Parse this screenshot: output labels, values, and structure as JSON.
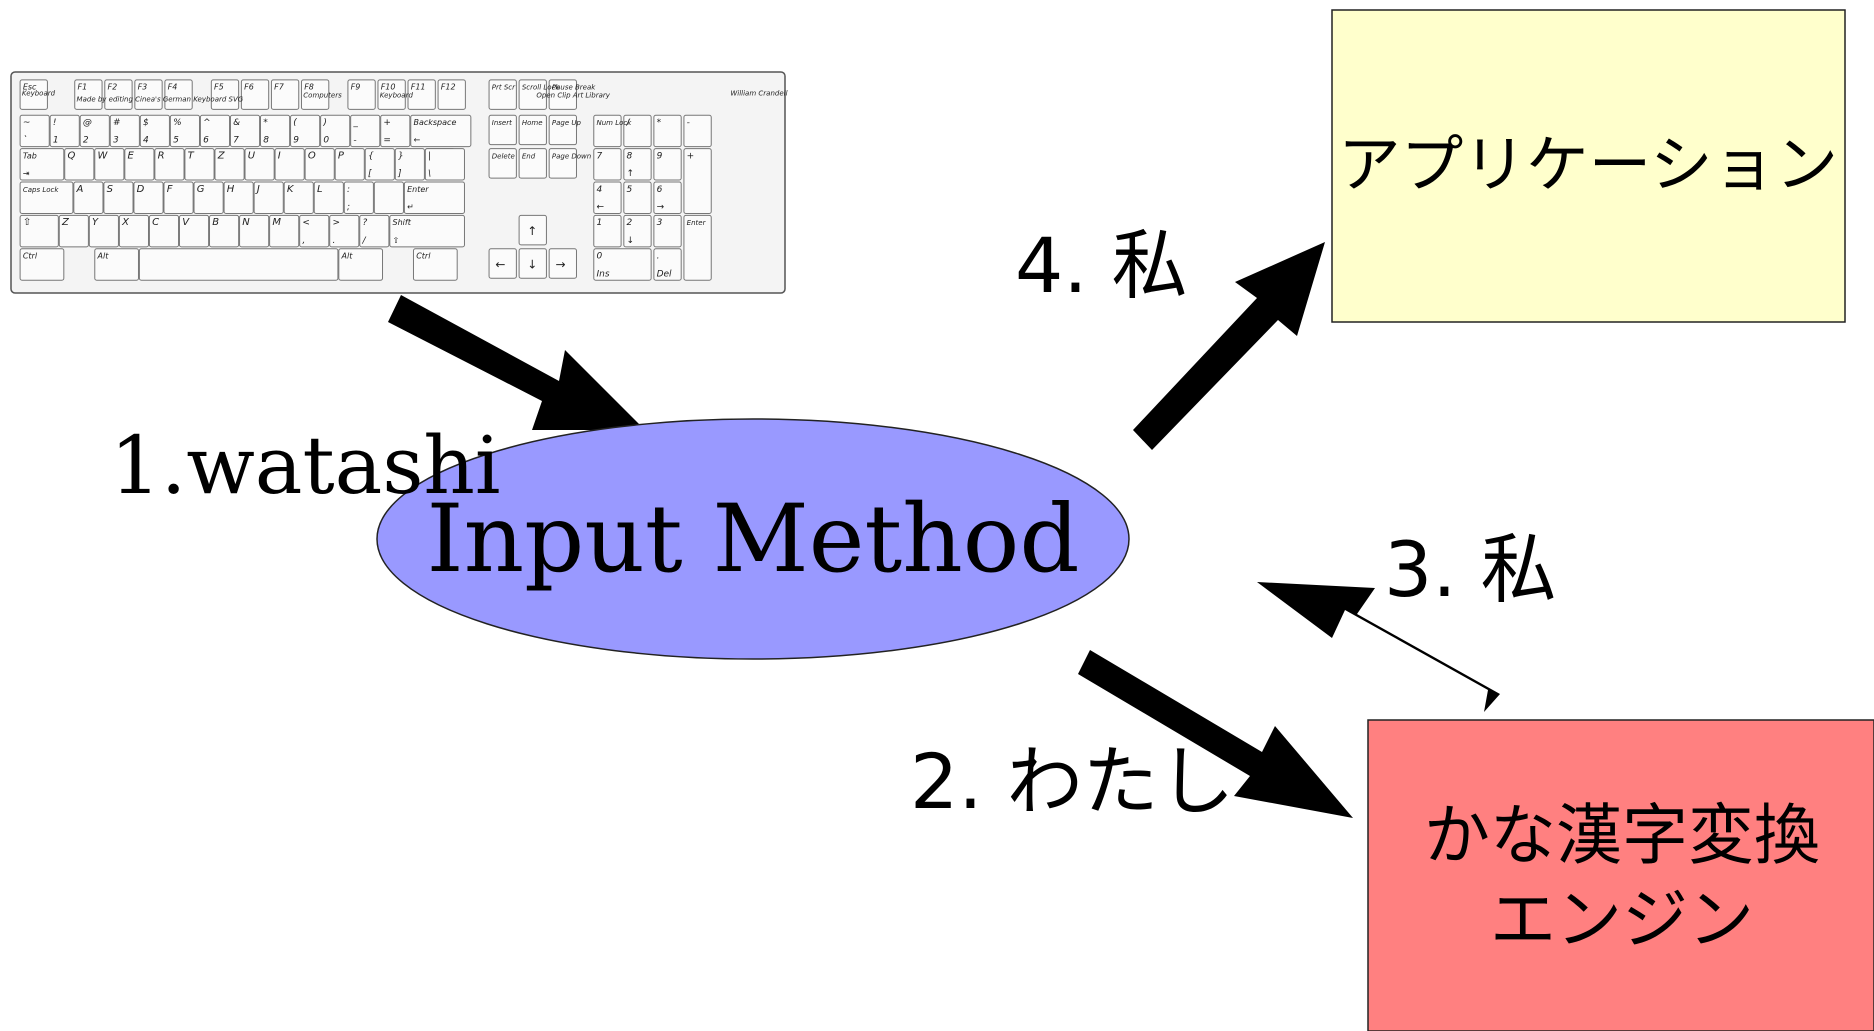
{
  "keyboard": {
    "credits": {
      "keyboard": "Keyboard",
      "made_by": "Made by editing Cinea's German Keyboard SVG",
      "computers": "Computers",
      "keyboard2": "Keyboard",
      "open_clip": "Open Clip Art Library",
      "author": "William Crandell"
    },
    "fkeys": [
      "Esc",
      "F1",
      "F2",
      "F3",
      "F4",
      "F5",
      "F6",
      "F7",
      "F8",
      "F9",
      "F10",
      "F11",
      "F12"
    ],
    "sys_keys": [
      "Prt Scr",
      "Scroll Lock",
      "Pause Break"
    ],
    "number_row": [
      {
        "top": "~",
        "bottom": "`"
      },
      {
        "top": "!",
        "bottom": "1"
      },
      {
        "top": "@",
        "bottom": "2"
      },
      {
        "top": "#",
        "bottom": "3"
      },
      {
        "top": "$",
        "bottom": "4"
      },
      {
        "top": "%",
        "bottom": "5"
      },
      {
        "top": "^",
        "bottom": "6"
      },
      {
        "top": "&",
        "bottom": "7"
      },
      {
        "top": "*",
        "bottom": "8"
      },
      {
        "top": "(",
        "bottom": "9"
      },
      {
        "top": ")",
        "bottom": "0"
      },
      {
        "top": "_",
        "bottom": "-"
      },
      {
        "top": "+",
        "bottom": "="
      }
    ],
    "backspace": "Backspace",
    "tab": "Tab",
    "row_q": [
      "Q",
      "W",
      "E",
      "R",
      "T",
      "Z",
      "U",
      "I",
      "O",
      "P"
    ],
    "bracket_keys": [
      {
        "top": "{",
        "bottom": "["
      },
      {
        "top": "}",
        "bottom": "]"
      },
      {
        "top": "|",
        "bottom": "\\"
      }
    ],
    "caps": "Caps Lock",
    "row_a": [
      "A",
      "S",
      "D",
      "F",
      "G",
      "H",
      "J",
      "K",
      "L"
    ],
    "semicolon": {
      "top": ":",
      "bottom": ";"
    },
    "enter": "Enter",
    "shift": "Shift",
    "row_z": [
      "Z",
      "Y",
      "X",
      "C",
      "V",
      "B",
      "N",
      "M"
    ],
    "punct_keys": [
      {
        "top": "<",
        "bottom": ","
      },
      {
        "top": ">",
        "bottom": "."
      },
      {
        "top": "?",
        "bottom": "/"
      }
    ],
    "ctrl": "Ctrl",
    "alt": "Alt",
    "nav_keys": [
      "Insert",
      "Home",
      "Page Up",
      "Delete",
      "End",
      "Page Down"
    ],
    "numpad": {
      "num_lock": "Num Lock",
      "slash": "/",
      "star": "*",
      "minus": "-",
      "plus": "+",
      "digits": [
        "7",
        "8",
        "9",
        "4",
        "5",
        "6",
        "1",
        "2",
        "3"
      ],
      "zero": "0",
      "ins": "Ins",
      "del": "Del",
      "enter": "Enter"
    }
  },
  "labels": {
    "step1": "1.watashi",
    "step2": "2. わたし",
    "step3": "3. 私",
    "step4": "4. 私"
  },
  "input_method": {
    "label": "Input Method",
    "color": "#9999ff"
  },
  "application": {
    "label": "アプリケーション",
    "color": "#ffffcc"
  },
  "engine": {
    "line1": "かな漢字変換",
    "line2": "エンジン",
    "color": "#ff8080"
  }
}
